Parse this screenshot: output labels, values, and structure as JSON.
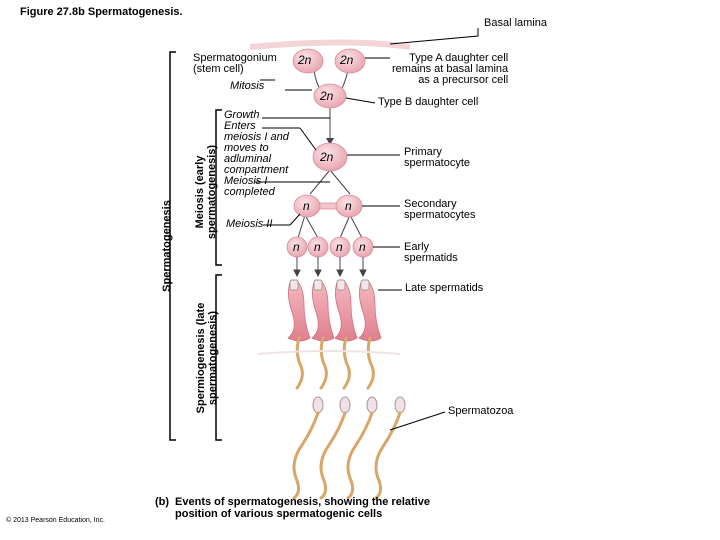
{
  "figure_title": "Figure 27.8b Spermatogenesis.",
  "brackets": {
    "spermatogenesis": "Spermatogenesis",
    "meiosis_line1": "Meiosis (early",
    "meiosis_line2": "spermatogenesis)",
    "spermiogenesis_line1": "Spermiogenesis (late",
    "spermiogenesis_line2": "spermatogenesis)"
  },
  "left_labels": {
    "spermatogonium_line1": "Spermatogonium",
    "spermatogonium_line2": "(stem cell)",
    "mitosis": "Mitosis",
    "growth": "Growth",
    "enters_line1": "Enters",
    "enters_line2": "meiosis I and",
    "enters_line3": "moves to",
    "enters_line4": "adluminal",
    "enters_line5": "compartment",
    "meiosis1_line1": "Meiosis I",
    "meiosis1_line2": "completed",
    "meiosis2": "Meiosis II"
  },
  "right_labels": {
    "basal_lamina": "Basal lamina",
    "type_a_line1": "Type A daughter cell",
    "type_a_line2": "remains at basal lamina",
    "type_a_line3": "as a precursor cell",
    "type_b": "Type B daughter cell",
    "primary_line1": "Primary",
    "primary_line2": "spermatocyte",
    "secondary_line1": "Secondary",
    "secondary_line2": "spermatocytes",
    "early_line1": "Early",
    "early_line2": "spermatids",
    "late": "Late spermatids",
    "spermatozoa": "Spermatozoa"
  },
  "cell_ploidy": {
    "stem": "2n",
    "type_a": "2n",
    "type_b": "2n",
    "primary": "2n",
    "secondary": "n",
    "spermatid": "n"
  },
  "caption": {
    "tag": "(b)",
    "line1": "Events of spermatogenesis, showing the relative",
    "line2": "position of various spermatogenic cells"
  },
  "copyright": "© 2013 Pearson Education, Inc.",
  "colors": {
    "cell_fill": "#f3c6cc",
    "cell_stroke": "#d98c98",
    "nucleus": "#e8a4ae",
    "tail": "#d9a66a",
    "head": "#f0e0ea"
  }
}
